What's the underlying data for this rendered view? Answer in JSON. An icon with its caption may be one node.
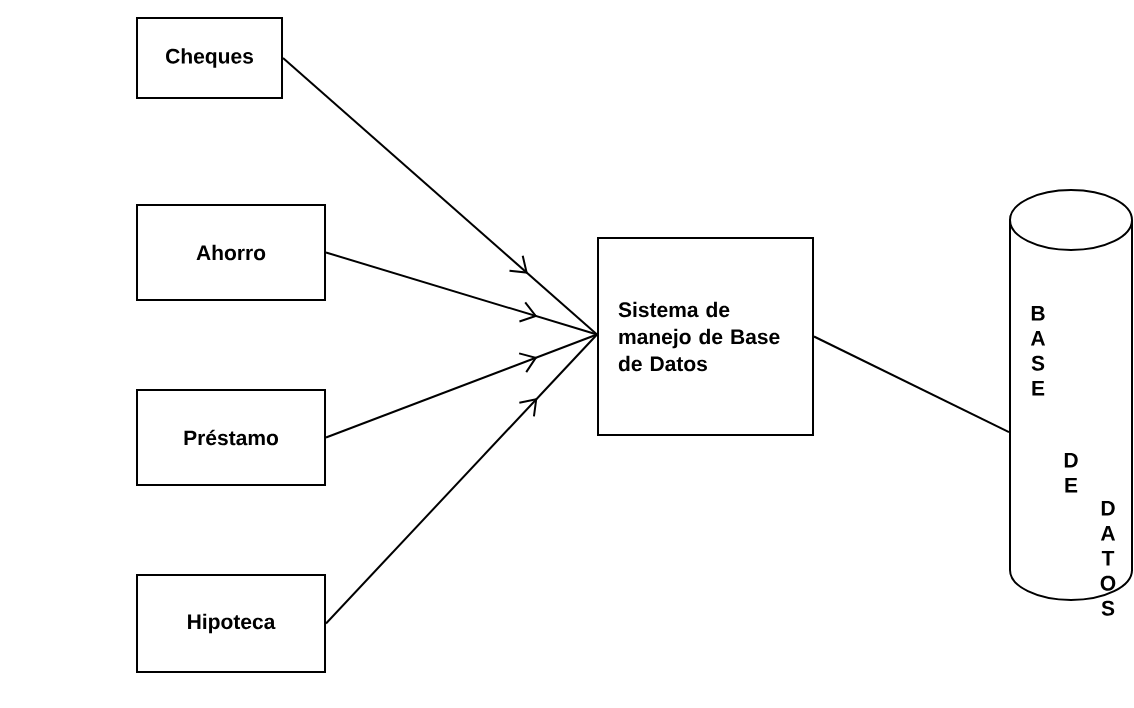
{
  "diagram": {
    "nodes": [
      {
        "text": [
          "Cheques"
        ]
      },
      {
        "text": [
          "Ahorro"
        ]
      },
      {
        "text": [
          "Préstamo"
        ]
      },
      {
        "text": [
          "Hipoteca"
        ]
      },
      {
        "text": [
          "Sistema de manejo de Base de Datos"
        ]
      },
      {
        "text": [
          "BASE",
          "DE",
          "DATOS"
        ]
      }
    ],
    "edges": [
      {
        "from": 0,
        "to": 4,
        "arrow": "to"
      },
      {
        "from": 1,
        "to": 4,
        "arrow": "to"
      },
      {
        "from": 2,
        "to": 4,
        "arrow": "to"
      },
      {
        "from": 3,
        "to": 4,
        "arrow": "to"
      },
      {
        "from": 4,
        "to": 5,
        "arrow": "none"
      }
    ]
  }
}
